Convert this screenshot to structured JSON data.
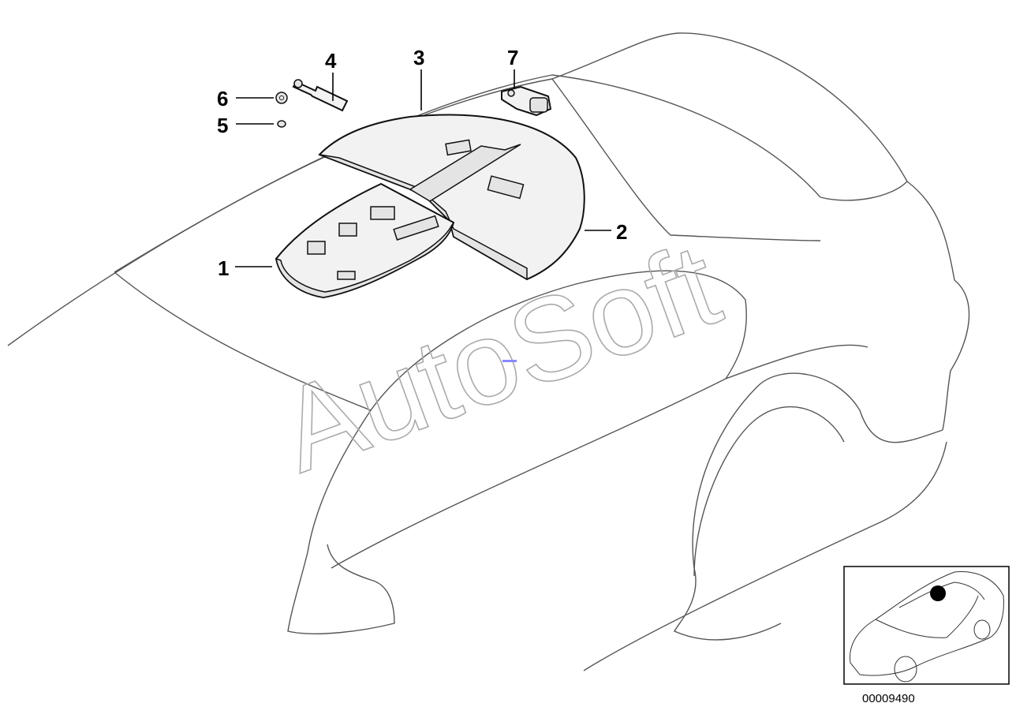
{
  "diagram": {
    "watermark": "AutoSoft",
    "image_code": "00009490",
    "callouts": [
      {
        "id": "1",
        "label": "1"
      },
      {
        "id": "2",
        "label": "2"
      },
      {
        "id": "3",
        "label": "3"
      },
      {
        "id": "4",
        "label": "4"
      },
      {
        "id": "5",
        "label": "5"
      },
      {
        "id": "6",
        "label": "6"
      },
      {
        "id": "7",
        "label": "7"
      }
    ]
  }
}
